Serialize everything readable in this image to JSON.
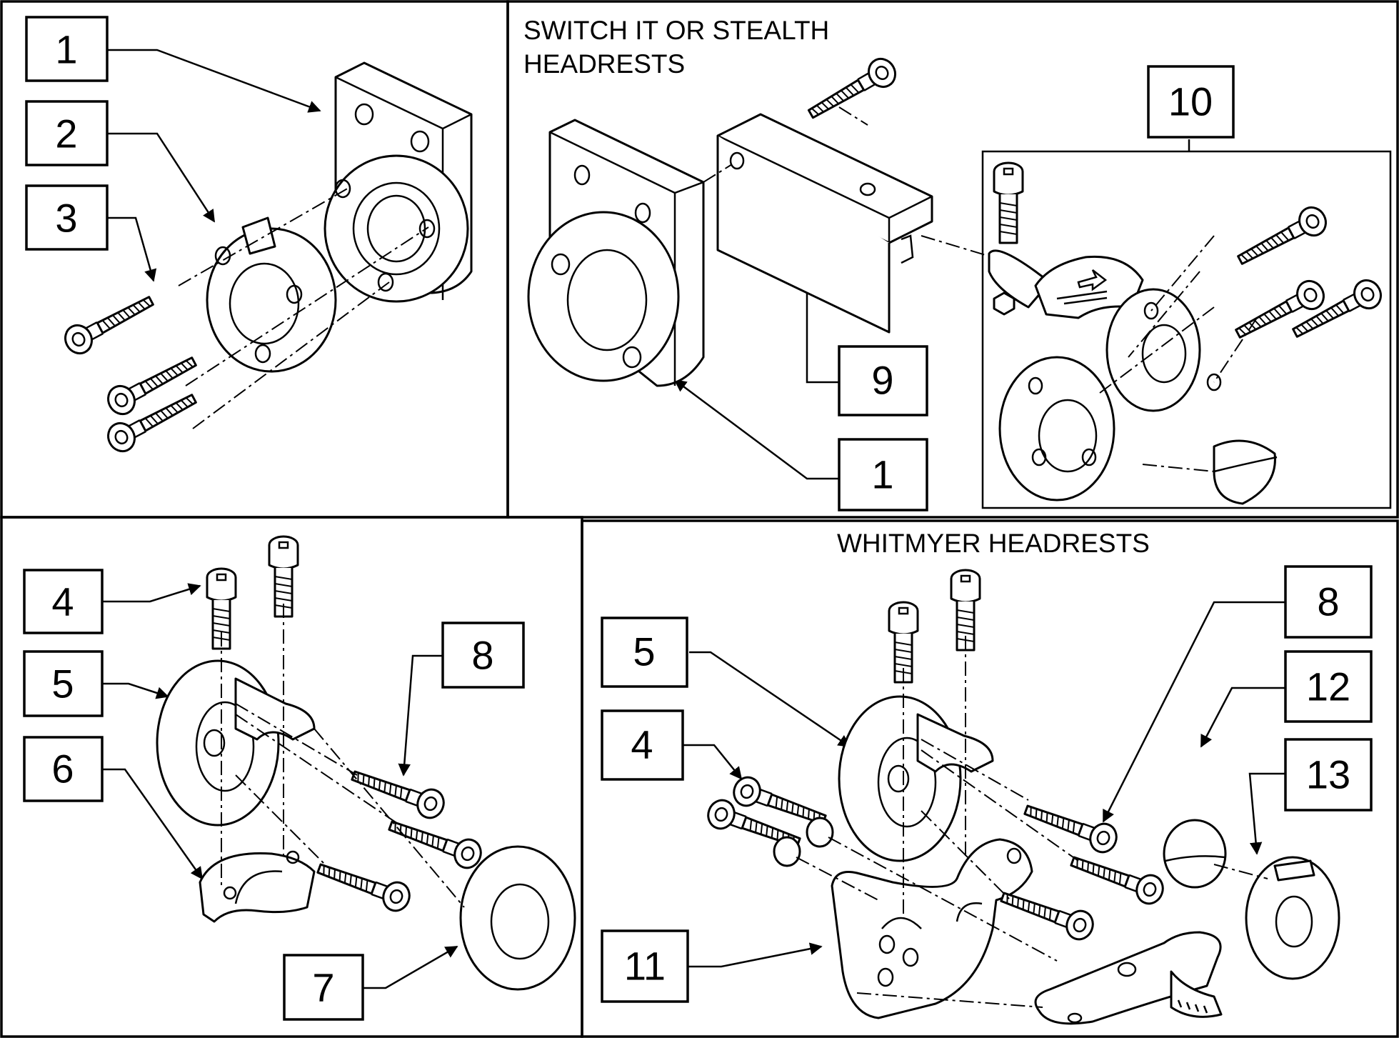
{
  "panels": {
    "top_left": {
      "labels": [
        "1",
        "2",
        "3"
      ]
    },
    "top_right": {
      "caption_line1": "SWITCH IT OR STEALTH",
      "caption_line2": "HEADRESTS",
      "labels": [
        "10",
        "9",
        "1"
      ]
    },
    "bottom_left": {
      "labels": [
        "4",
        "5",
        "6",
        "8",
        "7"
      ]
    },
    "bottom_right": {
      "caption": "WHITMYER HEADRESTS",
      "labels": [
        "5",
        "4",
        "8",
        "12",
        "13",
        "11"
      ]
    }
  }
}
